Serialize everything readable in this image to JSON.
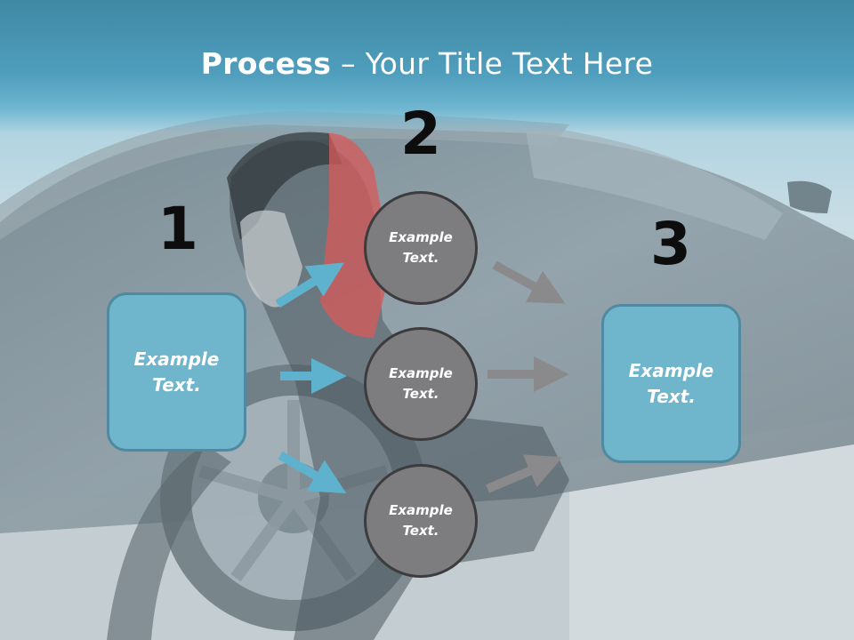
{
  "slide": {
    "title_bold": "Process",
    "title_rest": " – Your Title Text Here"
  },
  "numbers": [
    "1",
    "2",
    "3"
  ],
  "left_box": {
    "label": "Example\nText."
  },
  "right_box": {
    "label": "Example\nText."
  },
  "circles": [
    {
      "label": "Example\nText."
    },
    {
      "label": "Example\nText."
    },
    {
      "label": "Example\nText."
    }
  ],
  "colors": {
    "title_band": "#4f9ebd",
    "box_fill": "#6fb5cb",
    "box_border": "#4e8aa0",
    "circle_fill": "#7d7d80",
    "circle_border": "#3c3c3e",
    "arrow_blue": "#5fb2cd",
    "arrow_gray": "#8a8a8c"
  }
}
